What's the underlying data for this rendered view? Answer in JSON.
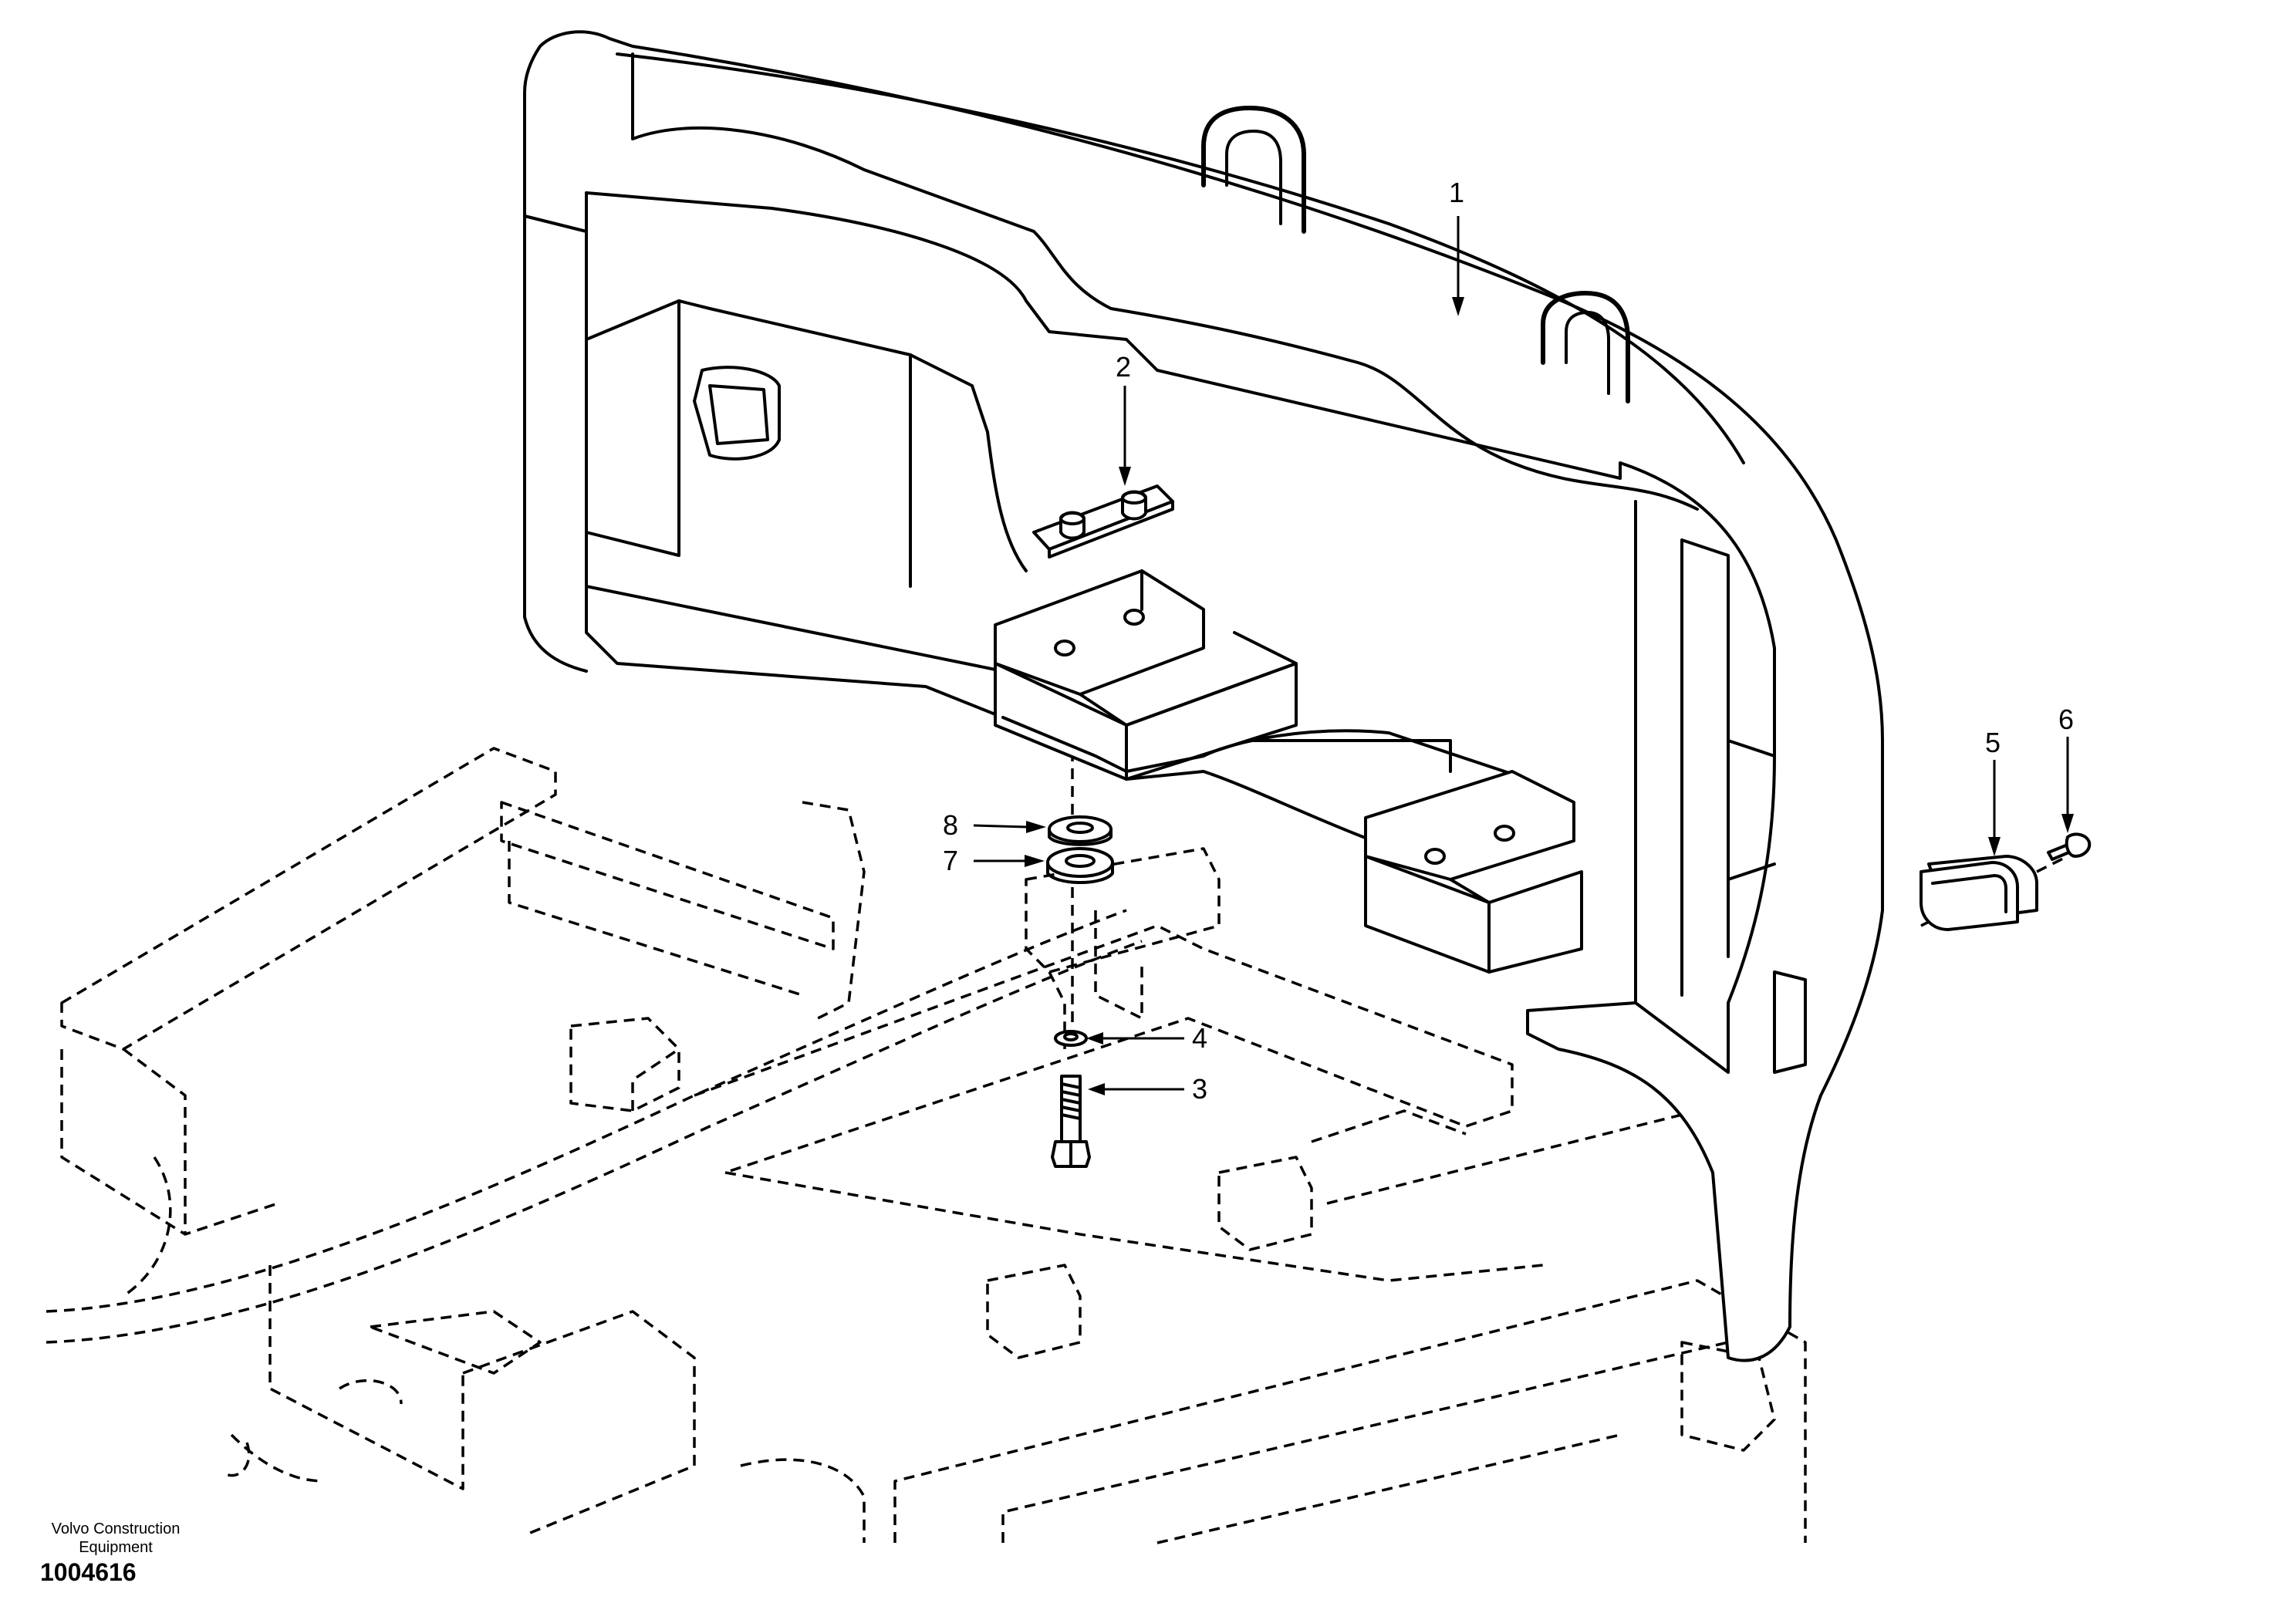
{
  "callouts": [
    {
      "id": "1",
      "label": "1"
    },
    {
      "id": "2",
      "label": "2"
    },
    {
      "id": "3",
      "label": "3"
    },
    {
      "id": "4",
      "label": "4"
    },
    {
      "id": "5",
      "label": "5"
    },
    {
      "id": "6",
      "label": "6"
    },
    {
      "id": "7",
      "label": "7"
    },
    {
      "id": "8",
      "label": "8"
    }
  ],
  "footer": {
    "publisher": "Volvo Construction Equipment",
    "drawing_number": "1004616"
  }
}
